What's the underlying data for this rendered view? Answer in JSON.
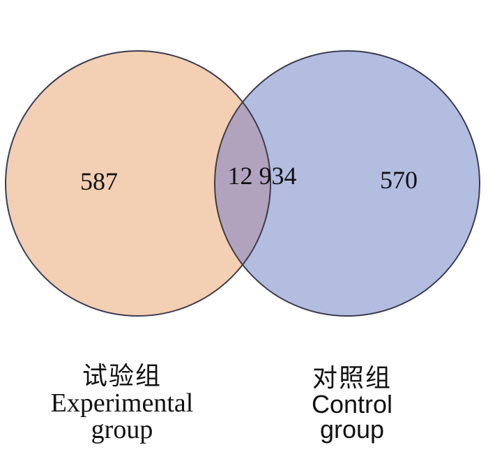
{
  "sets": [
    {
      "id": "experimental",
      "name_cn": "试验组",
      "name_en_line1": "Experimental",
      "name_en_line2": "group",
      "color": "#f3cfb3"
    },
    {
      "id": "control",
      "name_cn": "对照组",
      "name_en_line1": "Control",
      "name_en_line2": "group",
      "color": "#b2bde0"
    }
  ],
  "regions": {
    "experimental_only": "587",
    "intersection": "12 934",
    "control_only": "570"
  },
  "colors": {
    "intersection": "#b1a3be",
    "outline": "#3b3b4f"
  }
}
